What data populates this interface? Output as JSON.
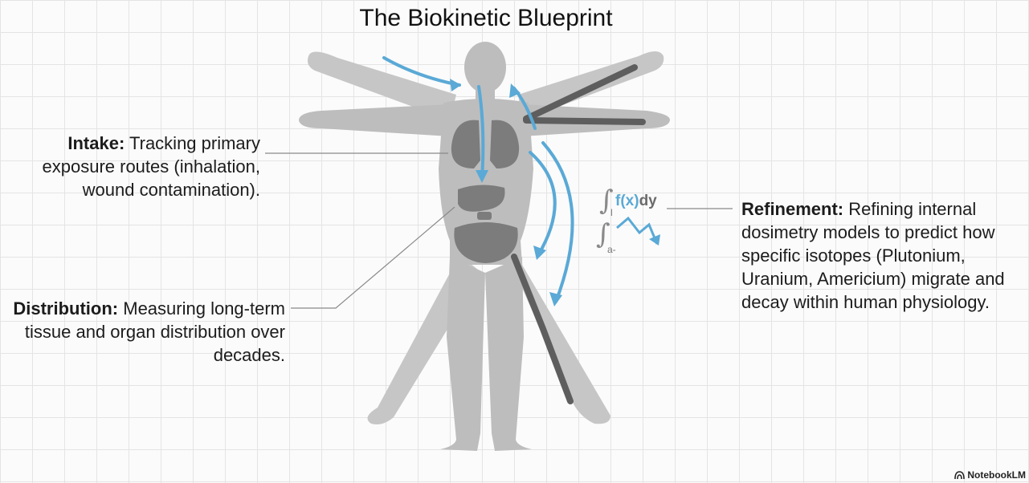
{
  "title": "The Biokinetic Blueprint",
  "callouts": {
    "intake": {
      "label": "Intake:",
      "text": " Tracking primary exposure routes (inhalation, wound contamination)."
    },
    "distribution": {
      "label": "Distribution:",
      "text": " Measuring long-term tissue and organ distribution over decades."
    },
    "refinement": {
      "label": "Refinement:",
      "text": " Refining internal dosimetry models to predict how specific isotopes (Plutonium, Uranium, Americium) migrate and decay within human physiology."
    }
  },
  "formula": {
    "integrand": "f(x)",
    "differential": "dy",
    "upper_limit_mark": "l",
    "lower_limit_mark": "a-"
  },
  "brand": {
    "name": "NotebookLM",
    "icon": "notebooklm-logo-icon"
  },
  "colors": {
    "body": "#bdbdbd",
    "body_shadow": "#a9a9a9",
    "organs": "#7c7c7c",
    "bones": "#5e5e5e",
    "arrows": "#5aa9d6",
    "leader_lines": "#8a8a8a"
  }
}
